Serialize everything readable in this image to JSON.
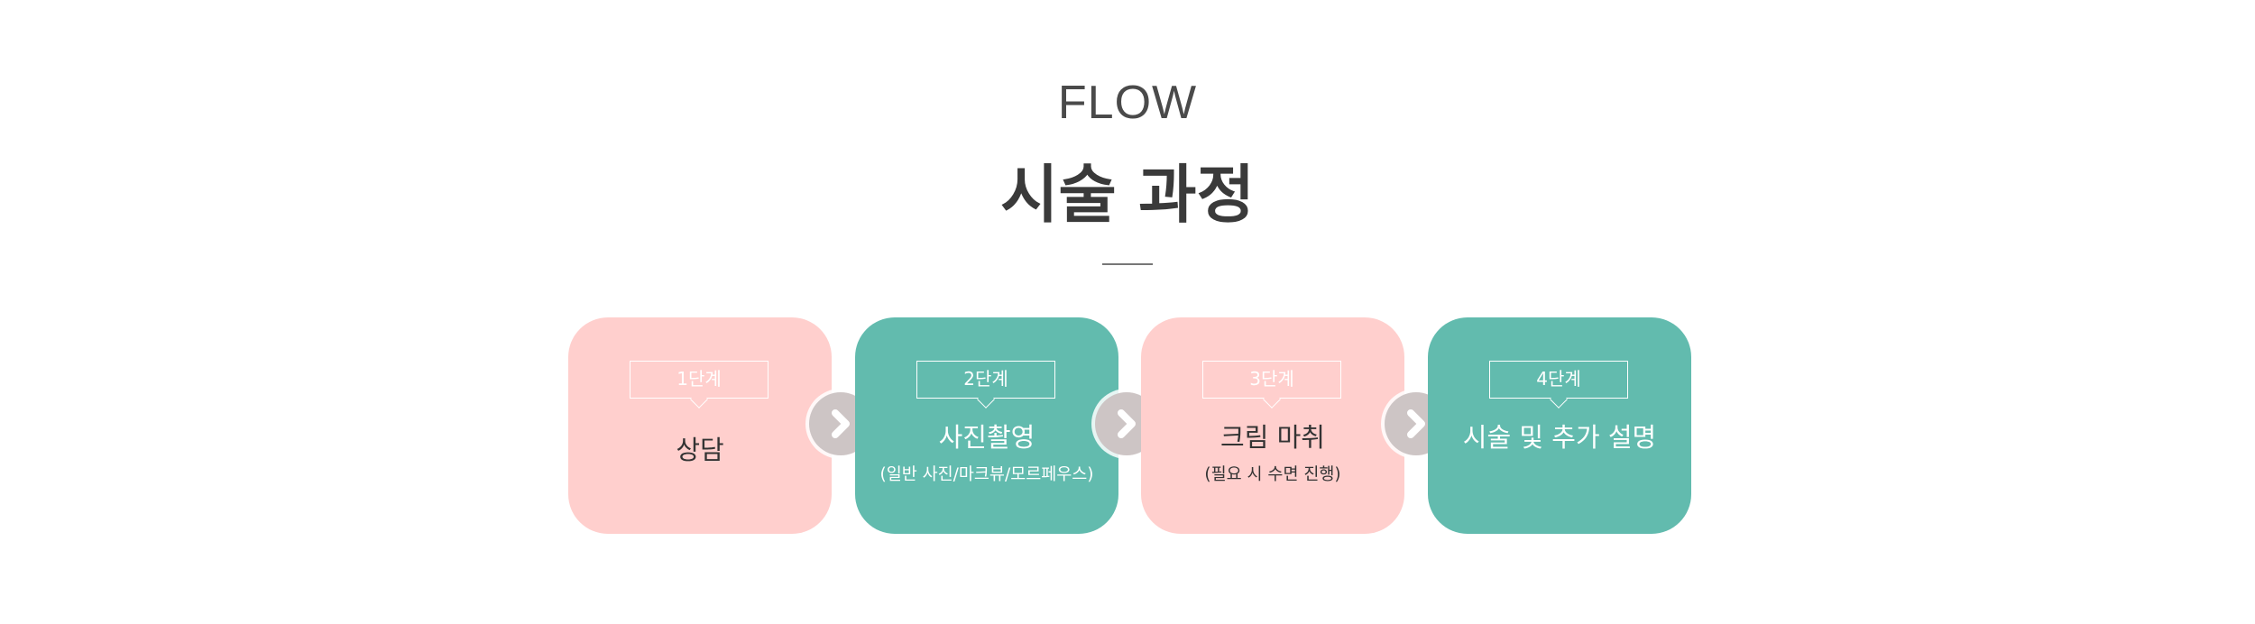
{
  "header": {
    "eyebrow": "FLOW",
    "title": "시술 과정"
  },
  "steps": [
    {
      "badge": "1단계",
      "title": "상담",
      "sub": ""
    },
    {
      "badge": "2단계",
      "title": "사진촬영",
      "sub": "(일반 사진/마크뷰/모르페우스)"
    },
    {
      "badge": "3단계",
      "title": "크림 마취",
      "sub": "(필요 시 수면 진행)"
    },
    {
      "badge": "4단계",
      "title": "시술 및 추가 설명",
      "sub": ""
    }
  ],
  "icons": {
    "arrow": "chevron-right-icon"
  },
  "colors": {
    "pink": "#ffcfcd",
    "teal": "#62bbae",
    "arrow_circle": "#cdc5c5",
    "title_text": "#3a3a3a"
  }
}
